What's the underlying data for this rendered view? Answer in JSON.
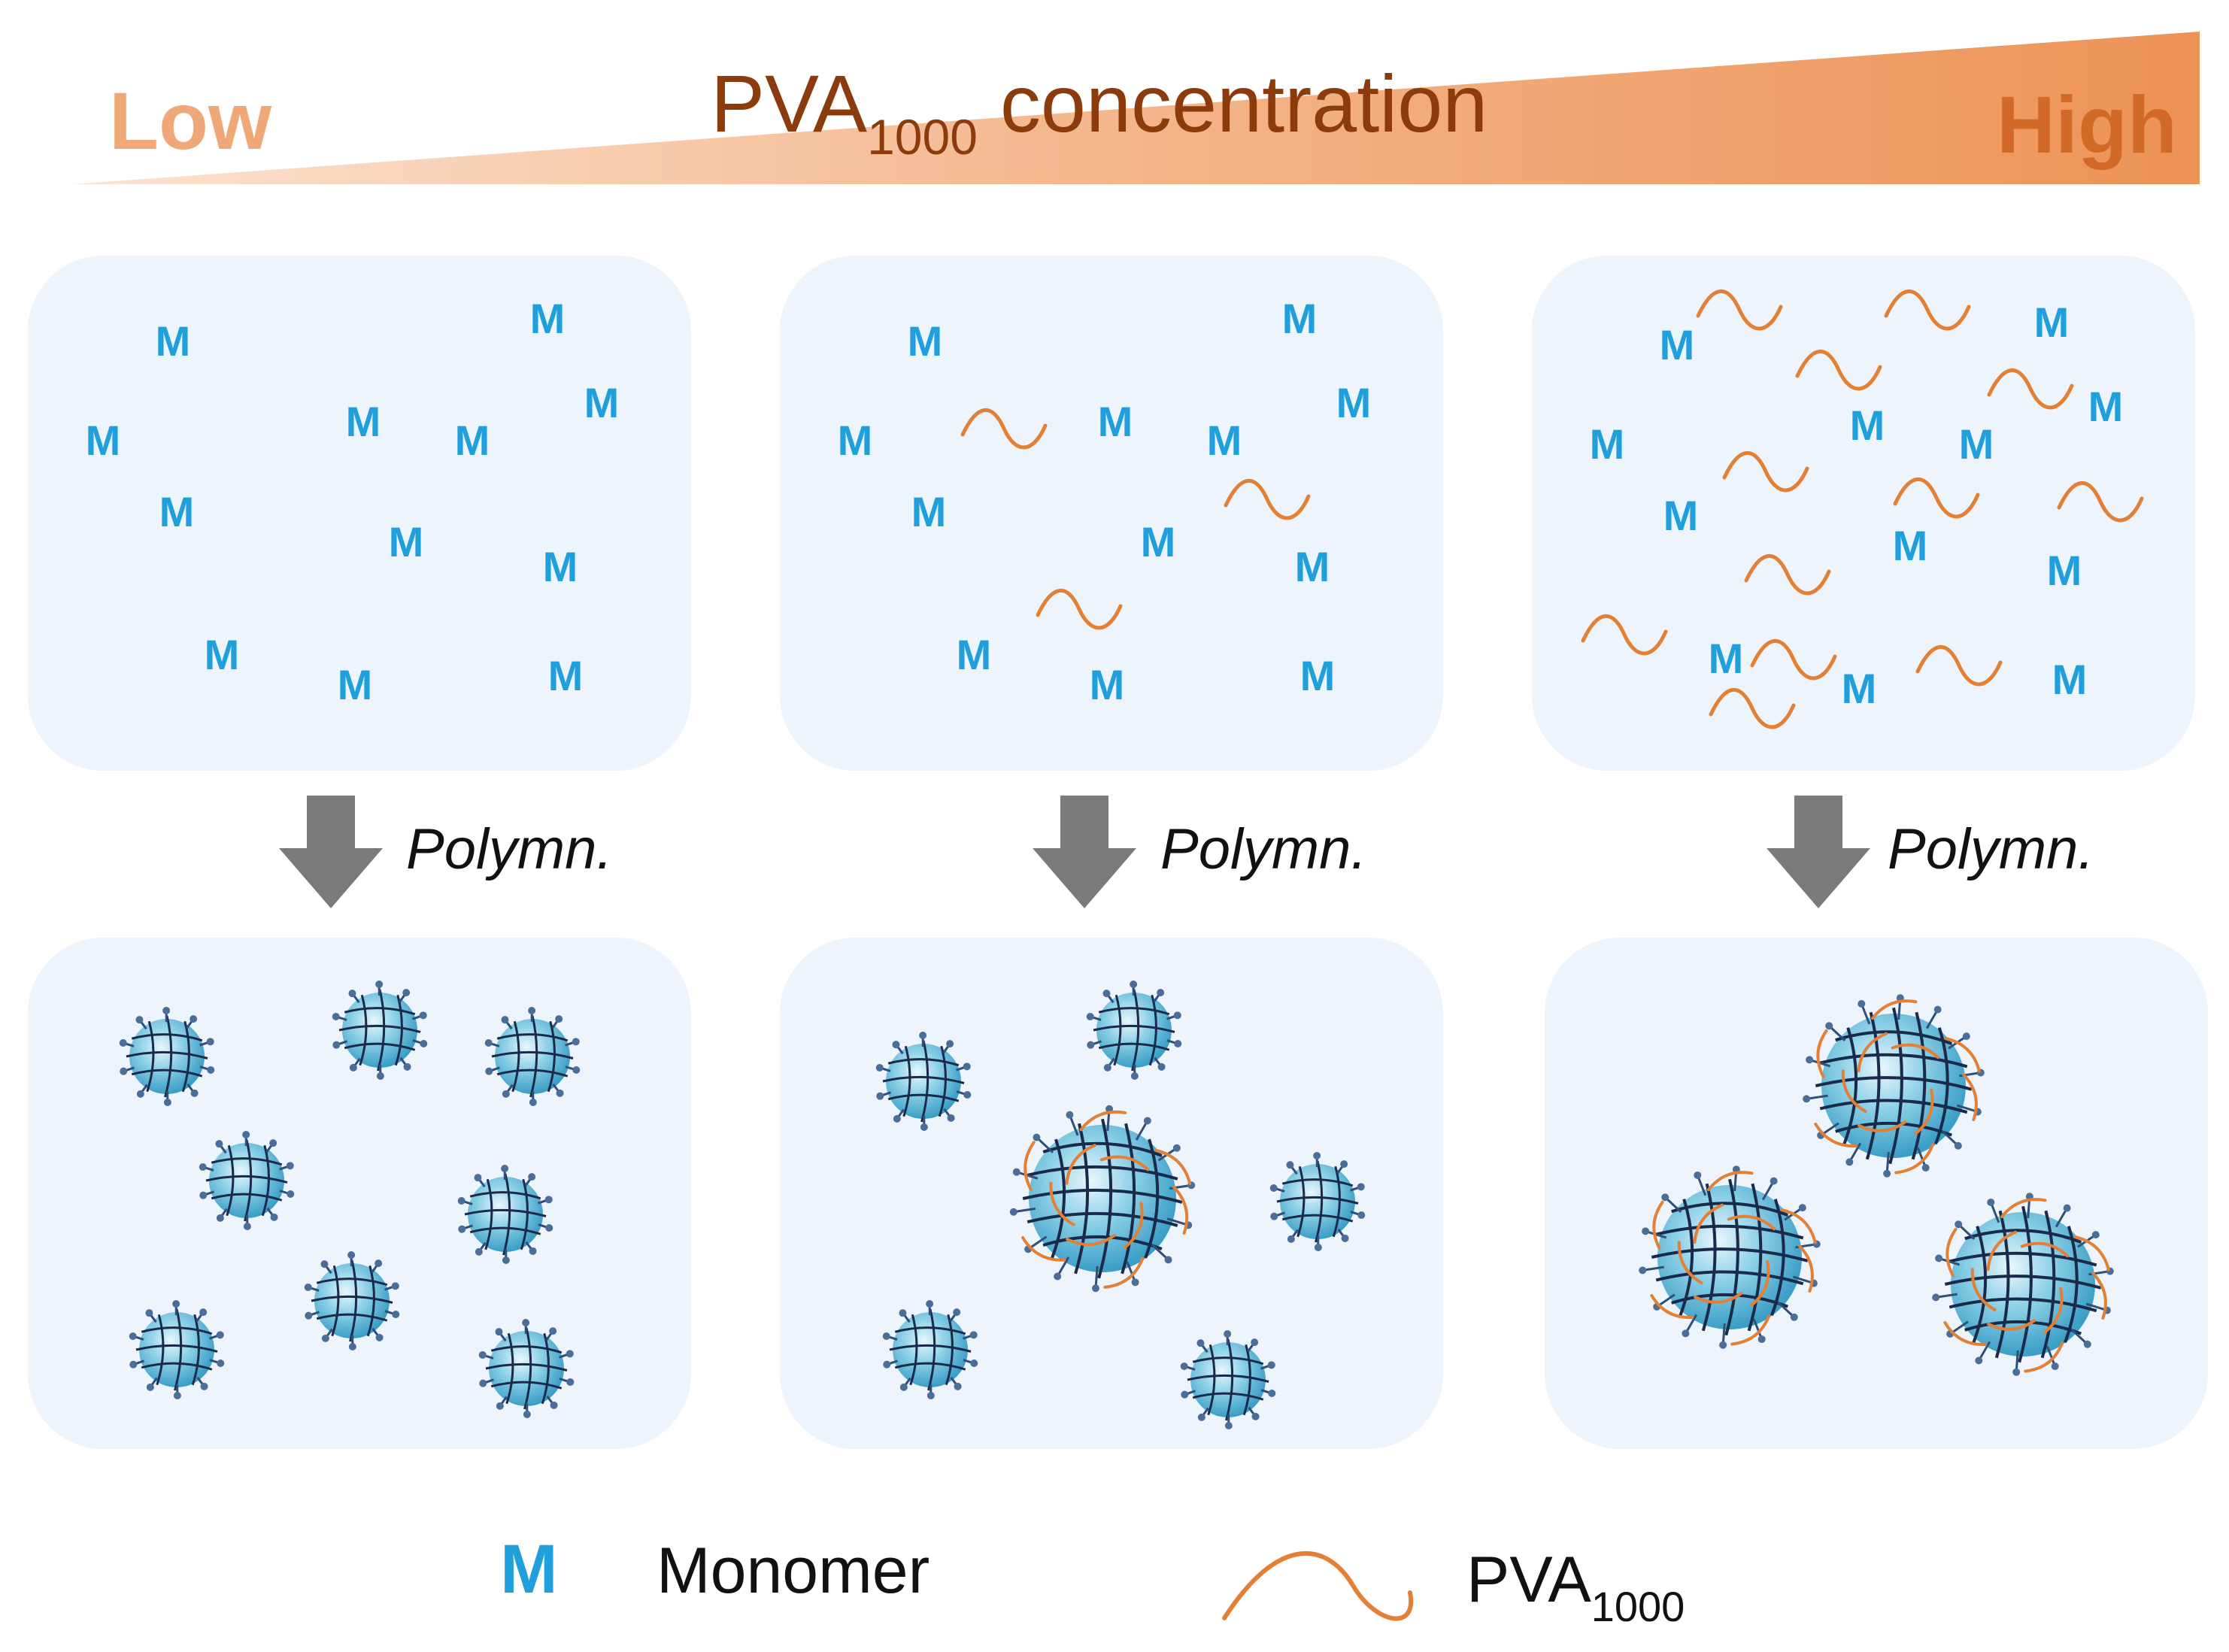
{
  "header": {
    "low_label": "Low",
    "high_label": "High",
    "title_main": "PVA",
    "title_subscript": "1000",
    "title_rest": " concentration"
  },
  "arrow_label": "Polymn.",
  "monomer_symbol": "M",
  "legend": {
    "monomer_symbol": "M",
    "monomer_label": "Monomer",
    "pva_label": "PVA",
    "pva_subscript": "1000"
  },
  "colors": {
    "monomer": "#1fa0dd",
    "pva": "#e47f36",
    "panel": "#eef4fb",
    "arrow": "#7a7a7a",
    "low_text": "#f0a878",
    "high_text": "#d06a26",
    "title_text": "#8b3b0c",
    "mesh": "#1b2a4a"
  }
}
